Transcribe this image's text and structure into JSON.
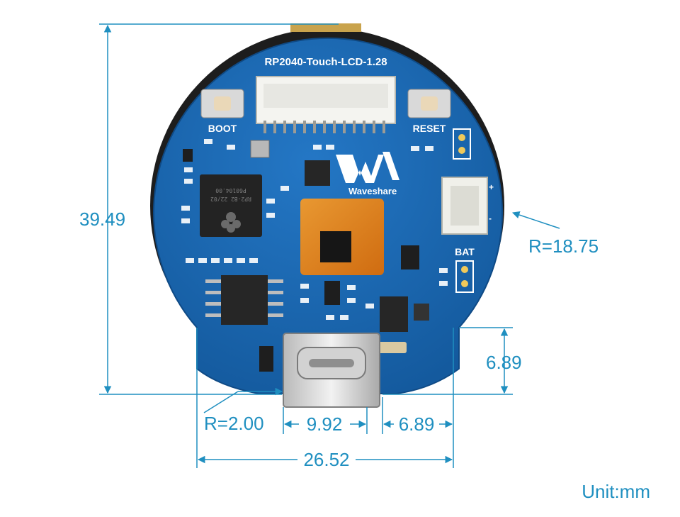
{
  "board": {
    "title": "RP2040-Touch-LCD-1.28",
    "boot_label": "BOOT",
    "reset_label": "RESET",
    "bat_label": "BAT",
    "brand": "Waveshare",
    "chip_text_1": "RP2-B2 22/02",
    "chip_text_2": "P60104.00",
    "plus_sign": "+",
    "minus_sign": "-"
  },
  "dimensions": {
    "height": "39.49",
    "radius_large": "R=18.75",
    "right_height": "6.89",
    "radius_small": "R=2.00",
    "usb_width": "9.92",
    "right_offset": "6.89",
    "total_width": "26.52",
    "unit": "Unit:mm"
  },
  "colors": {
    "pcb": "#1b6ab8",
    "dimension": "#1f8fc0",
    "fpc": "#e87d12"
  }
}
